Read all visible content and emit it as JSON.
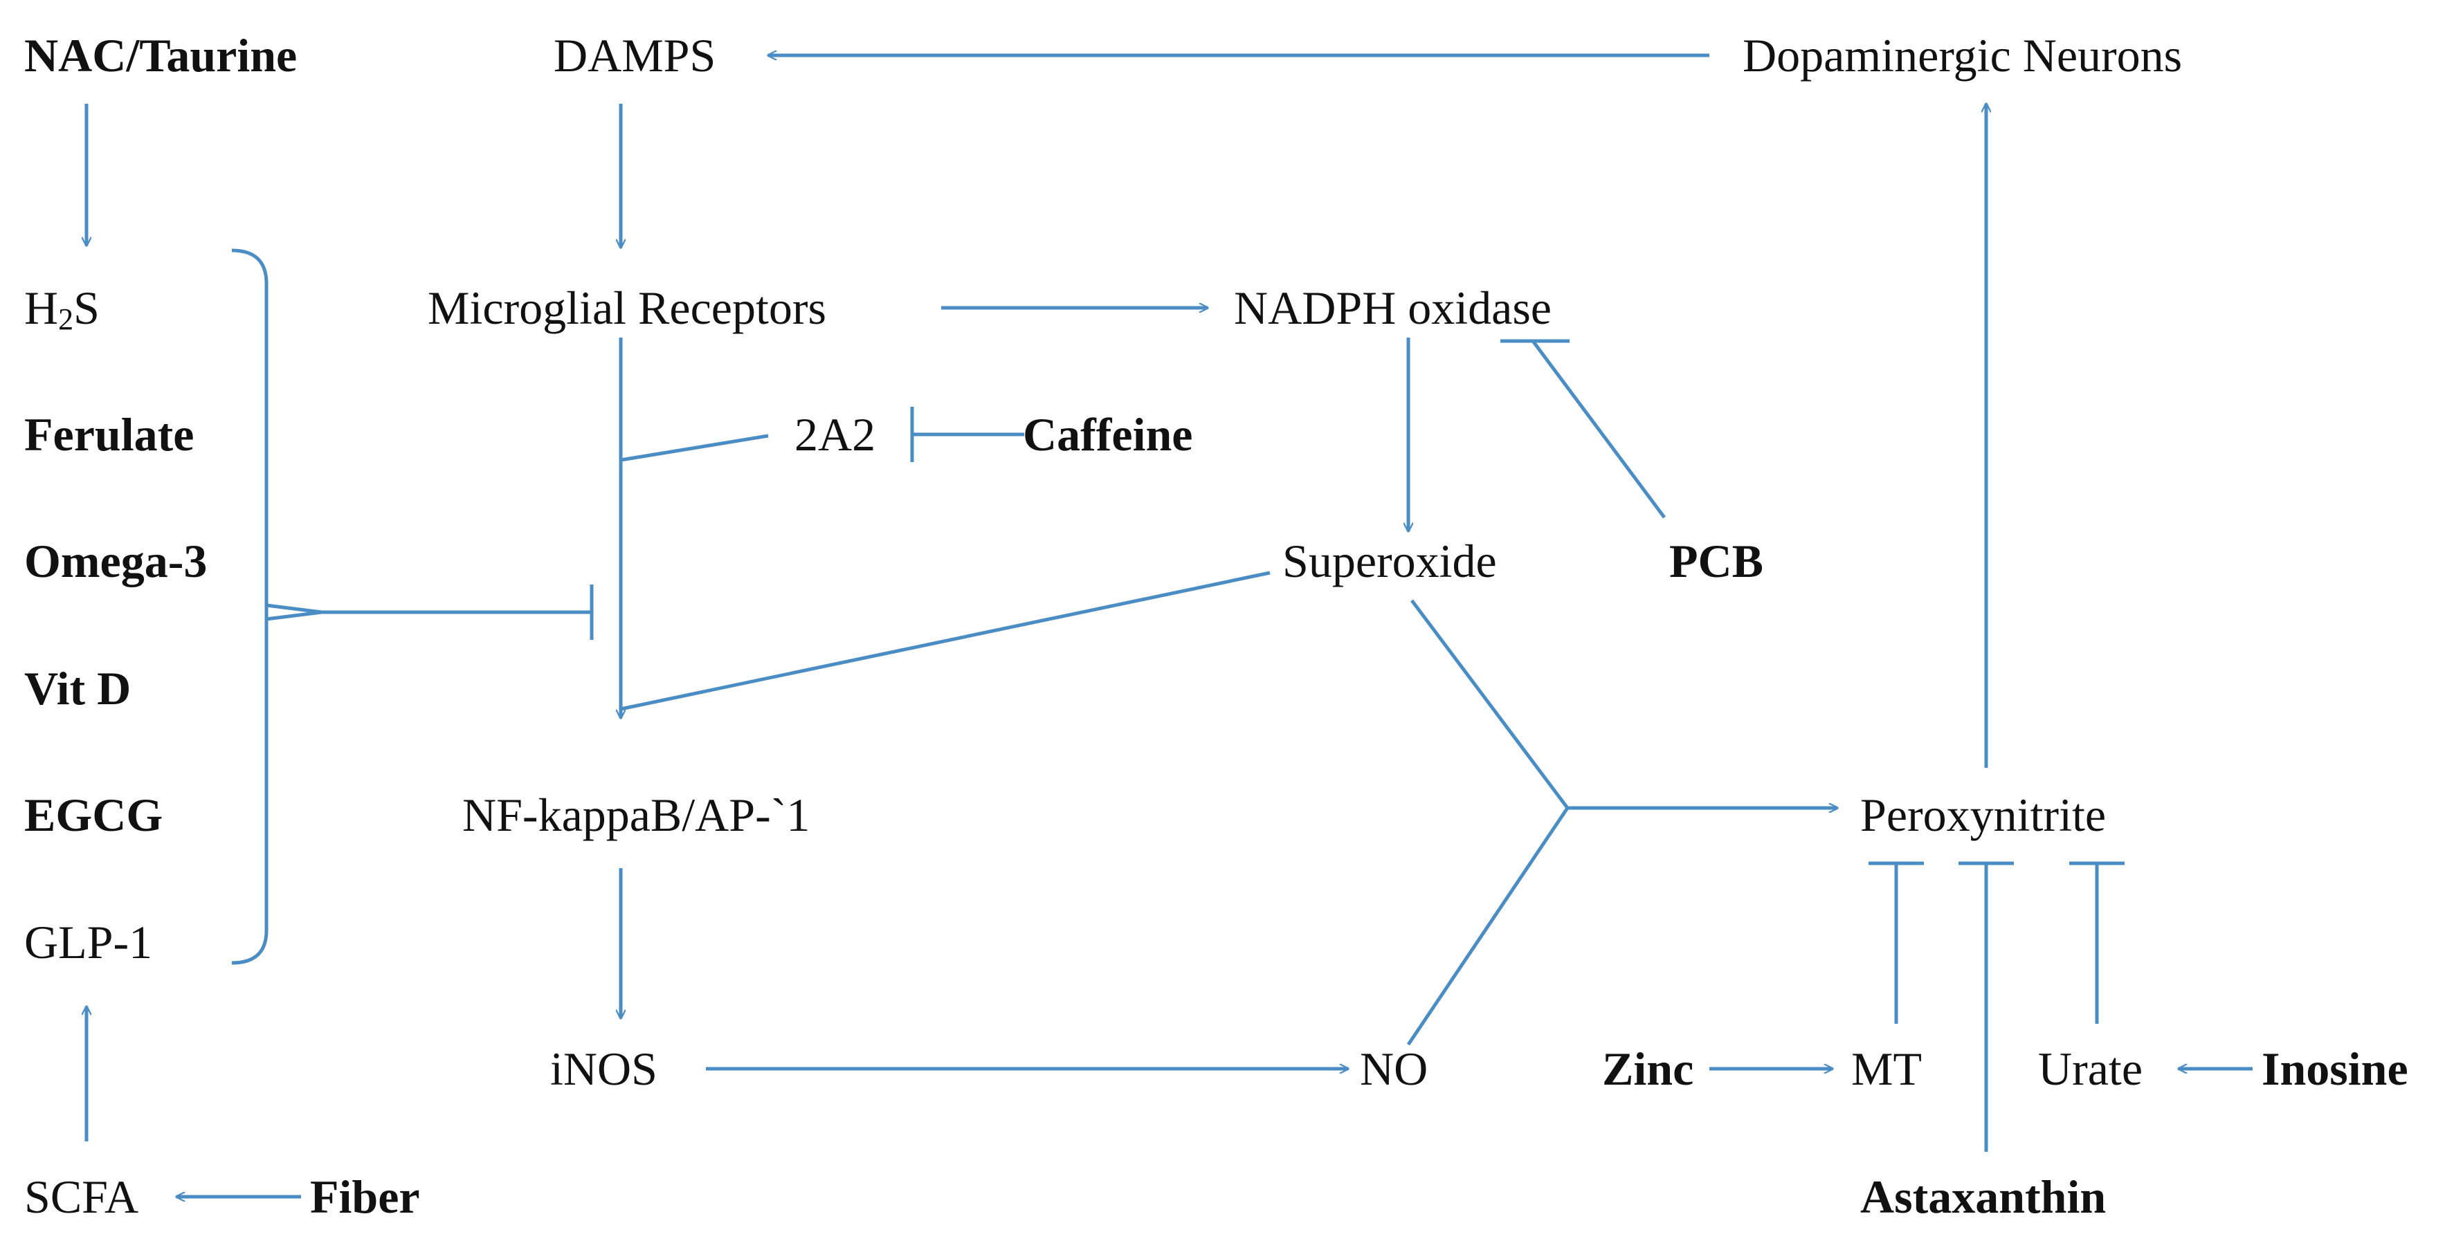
{
  "colors": {
    "line": "#4a8cc4",
    "text": "#111111",
    "background": "#ffffff"
  },
  "nodes": {
    "nac_taurine": "NAC/Taurine",
    "damps": "DAMPS",
    "dopaminergic_neurons": "Dopaminergic Neurons",
    "h2s_main": "H",
    "h2s_sub": "2",
    "h2s_tail": "S",
    "microglial_receptors": "Microglial Receptors",
    "nadph_oxidase": "NADPH oxidase",
    "ferulate": "Ferulate",
    "a2a": "2A2",
    "caffeine": "Caffeine",
    "omega3": "Omega-3",
    "superoxide": "Superoxide",
    "pcb": "PCB",
    "vitd": "Vit D",
    "egcg": "EGCG",
    "nfkb": "NF-kappaB/AP-`1",
    "peroxynitrite": "Peroxynitrite",
    "glp1": "GLP-1",
    "inos": "iNOS",
    "no": "NO",
    "zinc": "Zinc",
    "mt": "MT",
    "urate": "Urate",
    "inosine": "Inosine",
    "scfa": "SCFA",
    "fiber": "Fiber",
    "astaxanthin": "Astaxanthin"
  }
}
